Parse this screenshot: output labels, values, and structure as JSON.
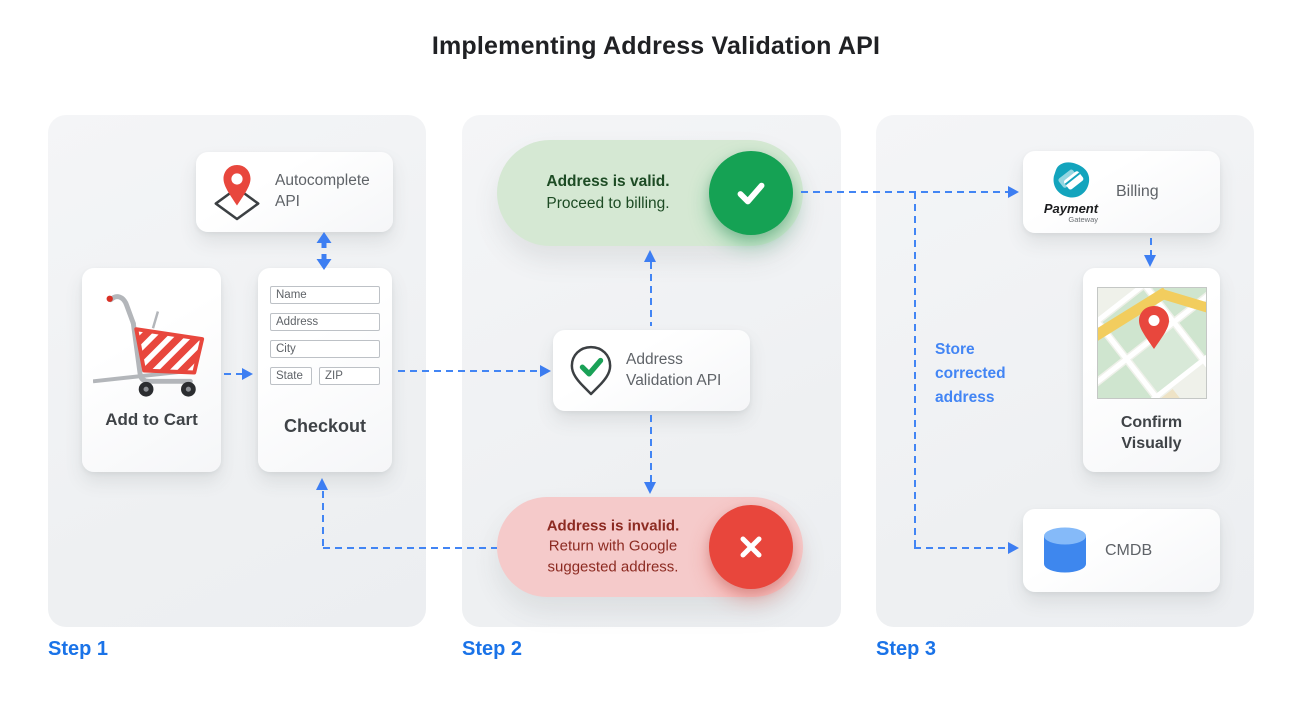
{
  "title": "Implementing Address Validation API",
  "colors": {
    "arrow_blue": "#4285f4",
    "step_label_blue": "#1a73e8",
    "note_blue": "#4285f4",
    "valid_circle_green": "#15a254",
    "valid_pill_bg": "#d5e8d3",
    "valid_text_green": "#1d4b24",
    "invalid_circle_red": "#e8463c",
    "invalid_pill_bg": "#f5caca",
    "invalid_text_red": "#8c2a21",
    "pin_red": "#e8473d",
    "payment_teal": "#13a4bd",
    "cmdb_blue": "#3e87ee",
    "card_text_gray": "#5f6368",
    "label_gray": "#3f4347"
  },
  "step1": {
    "label": "Step 1",
    "autocomplete_card_label": "Autocomplete\nAPI",
    "add_to_cart_label": "Add to Cart",
    "checkout_label": "Checkout",
    "form_fields": [
      "Name",
      "Address",
      "City",
      "State",
      "ZIP"
    ]
  },
  "step2": {
    "label": "Step 2",
    "valid_title": "Address is valid.",
    "valid_body": "Proceed to billing.",
    "validation_card_label": "Address\nValidation API",
    "invalid_title": "Address is invalid.",
    "invalid_body": "Return with Google\nsuggested address."
  },
  "step3": {
    "label": "Step 3",
    "billing_label": "Billing",
    "payment_logo_title": "Payment",
    "payment_logo_subtitle": "Gateway",
    "store_note": "Store\ncorrected\naddress",
    "confirm_label": "Confirm\nVisually",
    "cmdb_label": "CMDB"
  }
}
